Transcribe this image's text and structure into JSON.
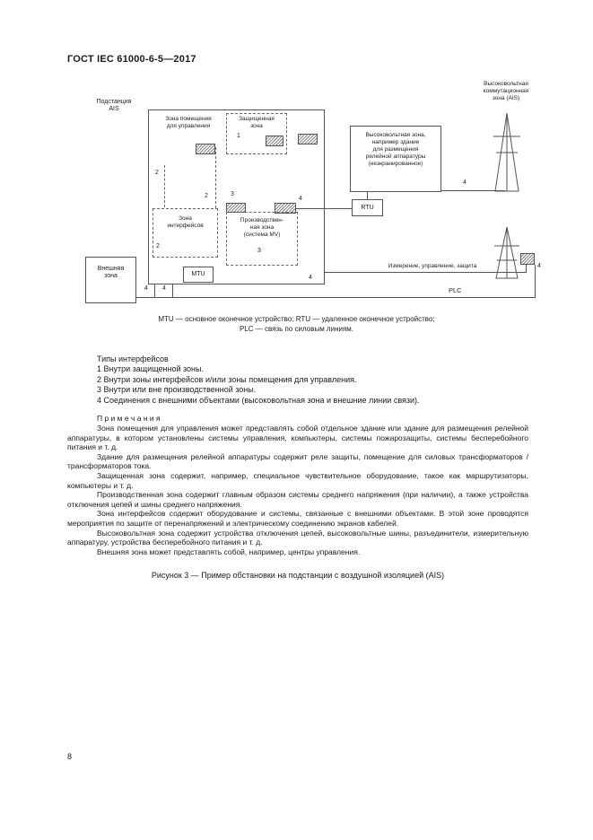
{
  "header": {
    "title": "ГОСТ IEC 61000-6-5—2017"
  },
  "diagram": {
    "substation_label": "Подстанция\nAIS",
    "hv_switchyard_label": "Высоковольтная\nкоммутационная\nзона (AIS)",
    "control_room_zone_label": "Зона помещения\nдля управления",
    "protected_zone_label": "Защищенная\nзона",
    "interface_zone_label": "Зона\nинтерфейсов",
    "production_zone_label": "Производствен-\nная зона\n(система MV)",
    "hv_zone_label": "Высоковольтная зона,\nнапример здание\nдля размещения\nрелейной аппаратуры\n(неэкранированное)",
    "external_zone_label": "Внешняя\nзона",
    "mtu_label": "MTU",
    "rtu_label": "RTU",
    "measurement_line_label": "Измерение, управление, защита",
    "plc_line_label": "PLC",
    "n1": "1",
    "n2": "2",
    "n3": "3",
    "n4": "4"
  },
  "legend": {
    "line1": "MTU — основное оконечное устройство; RTU — удаленное оконечное устройство;",
    "line2": "PLC — связь по силовым линиям."
  },
  "interface_types": {
    "title": "Типы интерфейсов",
    "items": [
      "1 Внутри защищенной зоны.",
      "2 Внутри зоны интерфейсов и/или зоны помещения для управления.",
      "3 Внутри или вне производственной зоны.",
      "4 Соединения с внешними объектами (высоковольтная зона и внешние линии связи)."
    ]
  },
  "notes": {
    "title": "П р и м е ч а н и я",
    "paragraphs": [
      "Зона помещения для управления может представлять собой отдельное здание или здание для размещения релейной аппаратуры, в котором установлены системы управления, компьютеры, системы пожарозащиты, системы бесперебойного питания и т. д.",
      "Здание для размещения релейной аппаратуры содержит реле защиты, помещение для силовых трансформаторов / трансформаторов тока.",
      "Защищенная зона содержит, например, специальное чувствительное оборудование, такое как маршрутизаторы, компьютеры и т. д.",
      "Производственная зона содержит главным образом системы среднего напряжения (при наличии), а также устройства отключения цепей и шины среднего напряжения.",
      "Зона интерфейсов содержит оборудование и системы, связанные с внешними объектами. В этой зоне проводятся мероприятия по защите от перенапряжений и электрическому соединению экранов кабелей.",
      "Высоковольтная зона содержит устройства отключения цепей, высоковольтные шины, разъединители, измерительную аппаратуру, устройства бесперебойного питания и т. д.",
      "Внешняя зона может представлять собой, например, центры управления."
    ]
  },
  "figure_caption": "Рисунок 3 — Пример обстановки на подстанции с воздушной изоляцией (AIS)",
  "page_number": "8"
}
